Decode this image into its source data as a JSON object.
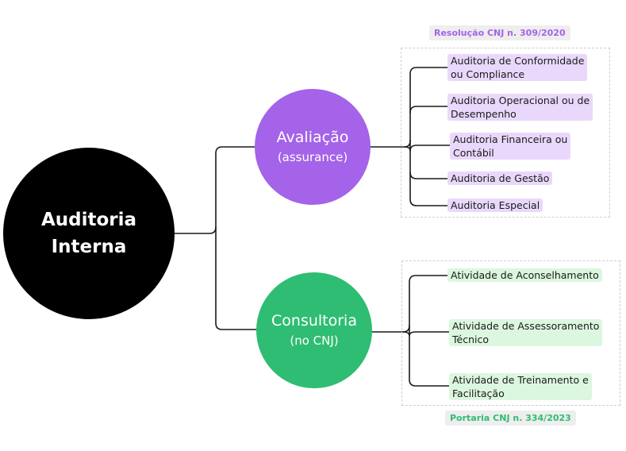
{
  "diagram": {
    "root": {
      "line1": "Auditoria",
      "line2": "Interna"
    },
    "branches": [
      {
        "title": "Avaliação",
        "subtitle": "(assurance)",
        "source": "Resolução CNJ n. 309/2020",
        "items": [
          {
            "line1": "Auditoria de Conformidade",
            "line2": "ou Compliance"
          },
          {
            "line1": "Auditoria Operacional ou de",
            "line2": "Desempenho"
          },
          {
            "line1": "Auditoria Financeira ou",
            "line2": "Contábil"
          },
          {
            "line1": "Auditoria de Gestão"
          },
          {
            "line1": "Auditoria Especial"
          }
        ]
      },
      {
        "title": "Consultoria",
        "subtitle": "(no CNJ)",
        "source": "Portaria CNJ n. 334/2023",
        "items": [
          {
            "line1": "Atividade de Aconselhamento"
          },
          {
            "line1": "Atividade de Assessoramento",
            "line2": "Técnico"
          },
          {
            "line1": "Atividade de Treinamento e",
            "line2": "Facilitação"
          }
        ]
      }
    ],
    "colors": {
      "root": "#000000",
      "avaliacao": "#a463e8",
      "consultoria": "#2ebd72",
      "avaliacao_leaf_bg": "#e9d8fb",
      "consultoria_leaf_bg": "#dcf7df",
      "connector": "#1a1a1a"
    }
  }
}
